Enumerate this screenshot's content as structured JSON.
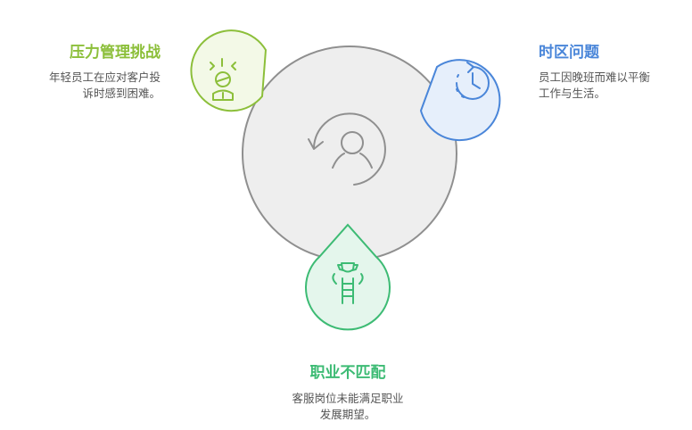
{
  "colors": {
    "center_fill": "#eeeeee",
    "center_stroke": "#8f8f8f",
    "center_icon": "#8f8f8f",
    "pressure": "#8cbf3a",
    "pressure_fill": "#f3f9e7",
    "timezone": "#4a86d9",
    "timezone_fill": "#e6effb",
    "career": "#3dbb74",
    "career_fill": "#e4f6ec",
    "desc_text": "#555555"
  },
  "center": {
    "icon": "user-cycle-icon"
  },
  "nodes": {
    "pressure": {
      "title": "压力管理挑战",
      "desc_lines": [
        "年轻员工在应对客户投",
        "诉时感到困难。"
      ],
      "icon": "stressed-person-icon"
    },
    "timezone": {
      "title": "时区问题",
      "desc_lines": [
        "员工因晚班而难以平衡",
        "工作与生活。"
      ],
      "icon": "clock-cycle-icon"
    },
    "career": {
      "title": "职业不匹配",
      "desc_lines": [
        "客服岗位未能满足职业",
        "发展期望。"
      ],
      "icon": "trophy-ladder-icon"
    }
  }
}
